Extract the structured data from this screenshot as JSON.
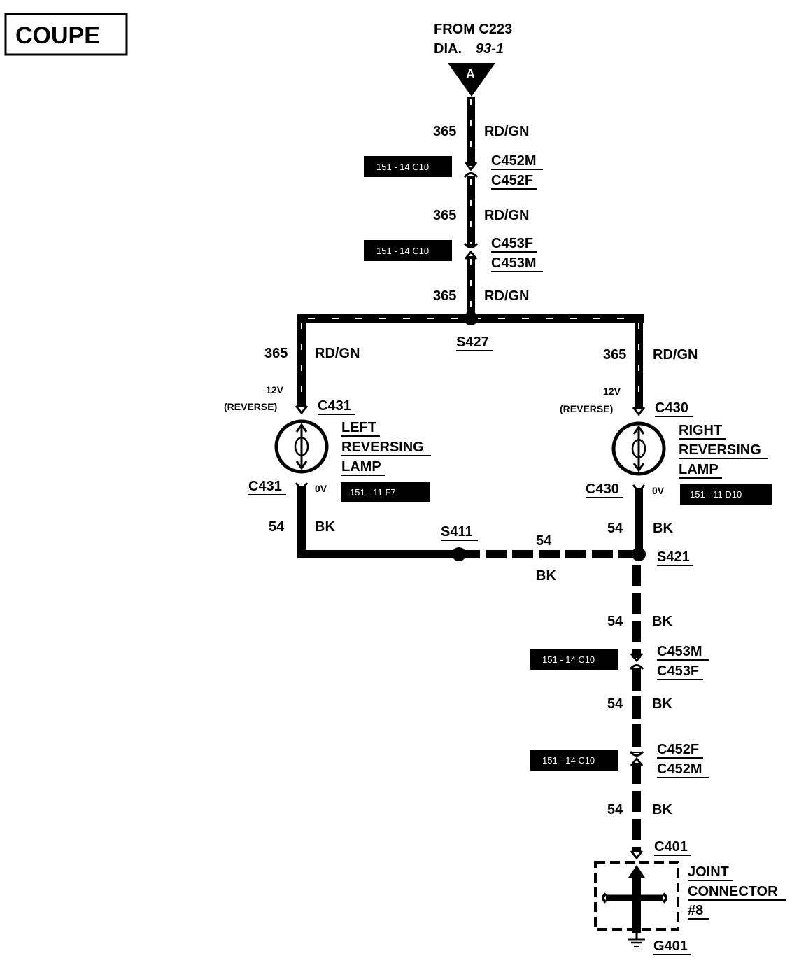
{
  "title": "COUPE",
  "source": {
    "from": "FROM C223",
    "dia_prefix": "DIA.",
    "dia_ref": "93-1",
    "connector_letter": "A"
  },
  "circuits": {
    "feed": {
      "number": "365",
      "color": "RD/GN"
    },
    "ground": {
      "number": "54",
      "color": "BK"
    }
  },
  "connectors": {
    "c452m": "C452M",
    "c452f": "C452F",
    "c453f": "C453F",
    "c453m": "C453M",
    "c431": "C431",
    "c430": "C430",
    "c401": "C401"
  },
  "splices": {
    "s427": "S427",
    "s411": "S411",
    "s421": "S421"
  },
  "ground_point": "G401",
  "voltages": {
    "reverse_volts": "12V",
    "reverse_note": "(REVERSE)",
    "zero": "0V"
  },
  "components": {
    "left_lamp": [
      "LEFT",
      "REVERSING",
      "LAMP"
    ],
    "right_lamp": [
      "RIGHT",
      "REVERSING",
      "LAMP"
    ],
    "joint_connector": [
      "JOINT",
      "CONNECTOR",
      "#8"
    ]
  },
  "page_refs": {
    "c452_top": "151 - 14 C10",
    "c453_top": "151 - 14 C10",
    "left_lamp": "151 - 11 F7",
    "right_lamp": "151 - 11 D10",
    "c453_bottom": "151 - 14 C10",
    "c452_bottom": "151 - 14 C10"
  },
  "colors": {
    "ink": "#000000",
    "paper": "#ffffff"
  }
}
